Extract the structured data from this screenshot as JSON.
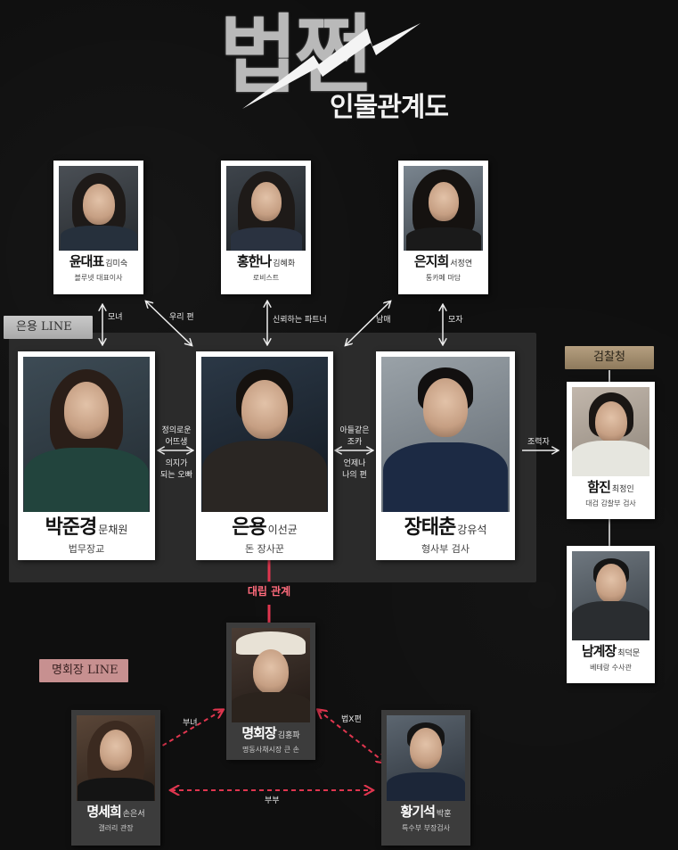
{
  "title": {
    "main": "법쩐",
    "sub": "인물관계도"
  },
  "tags": {
    "eunyong_line": "은용 LINE",
    "prosecution": "검찰청",
    "myung_line": "명회장 LINE"
  },
  "characters": {
    "yoon": {
      "name": "윤대표",
      "actor": "김미숙",
      "role": "블루넷 대표이사"
    },
    "hong": {
      "name": "홍한나",
      "actor": "김혜화",
      "role": "로비스트"
    },
    "eun_jihee": {
      "name": "은지희",
      "actor": "서정연",
      "role": "통카페 마담"
    },
    "park": {
      "name": "박준경",
      "actor": "문채원",
      "role": "법무장교"
    },
    "eunyong": {
      "name": "은용",
      "actor": "이선균",
      "role": "돈 장사꾼"
    },
    "jang": {
      "name": "장태춘",
      "actor": "강유석",
      "role": "형사부 검사"
    },
    "hamjin": {
      "name": "함진",
      "actor": "최정인",
      "role": "대검 감찰부 검사"
    },
    "nam": {
      "name": "남계장",
      "actor": "최덕문",
      "role": "베테랑 수사관"
    },
    "myung": {
      "name": "명회장",
      "actor": "김홍파",
      "role": "명동사채시장 큰 손"
    },
    "myung_sehee": {
      "name": "명세희",
      "actor": "손은서",
      "role": "갤러리 관장"
    },
    "hwang": {
      "name": "황기석",
      "actor": "박훈",
      "role": "특수부 부장검사"
    }
  },
  "relations": {
    "yoon_park": "모녀",
    "yoon_eunyong": "우리 편",
    "hong_eunyong": "신뢰하는 파트너",
    "eunjihee_eunyong": "남매",
    "eunjihee_jang": "모자",
    "park_eunyong_top1": "정의로운",
    "park_eunyong_top2": "어뜨생",
    "park_eunyong_bot1": "의지가",
    "park_eunyong_bot2": "되는 오빠",
    "eunyong_jang_top1": "아들같은",
    "eunyong_jang_top2": "조카",
    "eunyong_jang_bot1": "언제나",
    "eunyong_jang_bot2": "나의 편",
    "jang_hamjin": "조력자",
    "eunyong_myung": "대립 관계",
    "myung_sehee": "부녀",
    "myung_hwang": "법X편",
    "sehee_hwang": "부부"
  },
  "colors": {
    "background": "#0f0f0f",
    "panel": "#2b2b2b",
    "conflict_red": "#e0364f",
    "card_white": "#ffffff",
    "card_dark": "#3c3c3c"
  }
}
